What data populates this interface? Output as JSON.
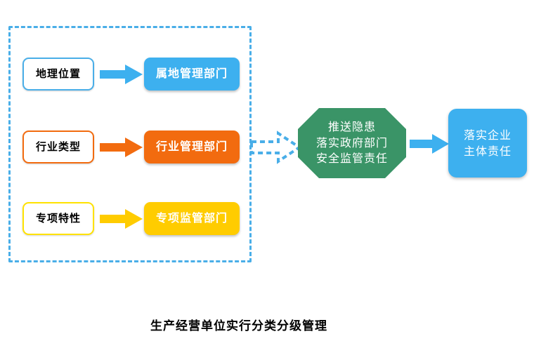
{
  "diagram": {
    "caption": "生产经营单位实行分类分级管理",
    "group": {
      "name": "classification-criteria-group",
      "border_color": "#49AEE8",
      "style": "dashed"
    },
    "rows": [
      {
        "source_label": "地理位置",
        "target_label": "属地管理部门",
        "color": "#3DB0EF",
        "arrow_color": "#3DB0EF"
      },
      {
        "source_label": "行业类型",
        "target_label": "行业管理部门",
        "color": "#F26B0F",
        "arrow_color": "#F26B0F"
      },
      {
        "source_label": "专项特性",
        "target_label": "专项监管部门",
        "color": "#FFCC00",
        "arrow_color": "#FFCC00"
      }
    ],
    "transition_arrow": {
      "style": "dashed-outline",
      "color": "#49AEE8"
    },
    "process": {
      "label": "推送隐患\n落实政府部门\n安全监管责任",
      "shape": "octagon",
      "fill": "#3A9467",
      "text_color": "#FFFFFF"
    },
    "process_arrow": {
      "color": "#3DB0EF"
    },
    "outcome": {
      "label": "落实企业\n主体责任",
      "fill": "#3DB0EF",
      "text_color": "#FFFFFF"
    }
  }
}
